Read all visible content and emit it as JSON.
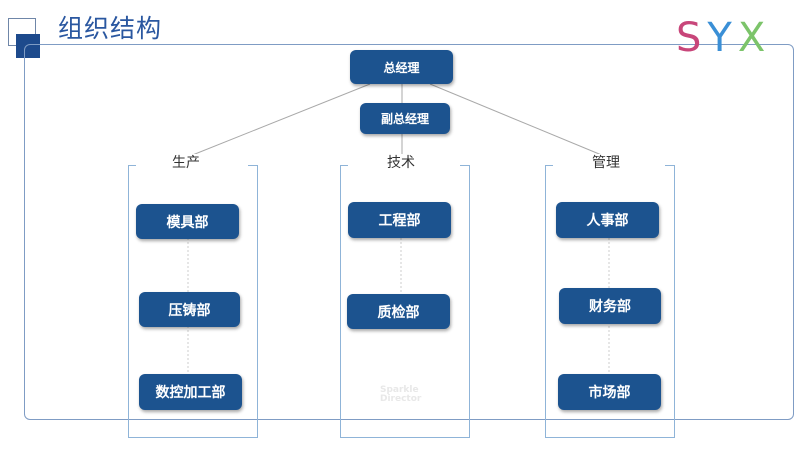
{
  "header": {
    "title": "组织结构",
    "logo": [
      {
        "char": "S",
        "color": "#c8467a"
      },
      {
        "char": "Y",
        "color": "#3a8fd6"
      },
      {
        "char": "X",
        "color": "#7cc46a"
      }
    ]
  },
  "org": {
    "top": "总经理",
    "deputy": "副总经理",
    "departments": [
      {
        "label": "生产",
        "units": [
          "模具部",
          "压铸部",
          "数控加工部"
        ]
      },
      {
        "label": "技术",
        "units": [
          "工程部",
          "质检部"
        ]
      },
      {
        "label": "管理",
        "units": [
          "人事部",
          "财务部",
          "市场部"
        ]
      }
    ]
  },
  "watermark": [
    "Sparkle",
    "Director"
  ],
  "colors": {
    "node_fill": "#1c538f",
    "accent": "#2a57a0",
    "bracket": "#8fb4d8",
    "frame": "#7f9cc4"
  }
}
